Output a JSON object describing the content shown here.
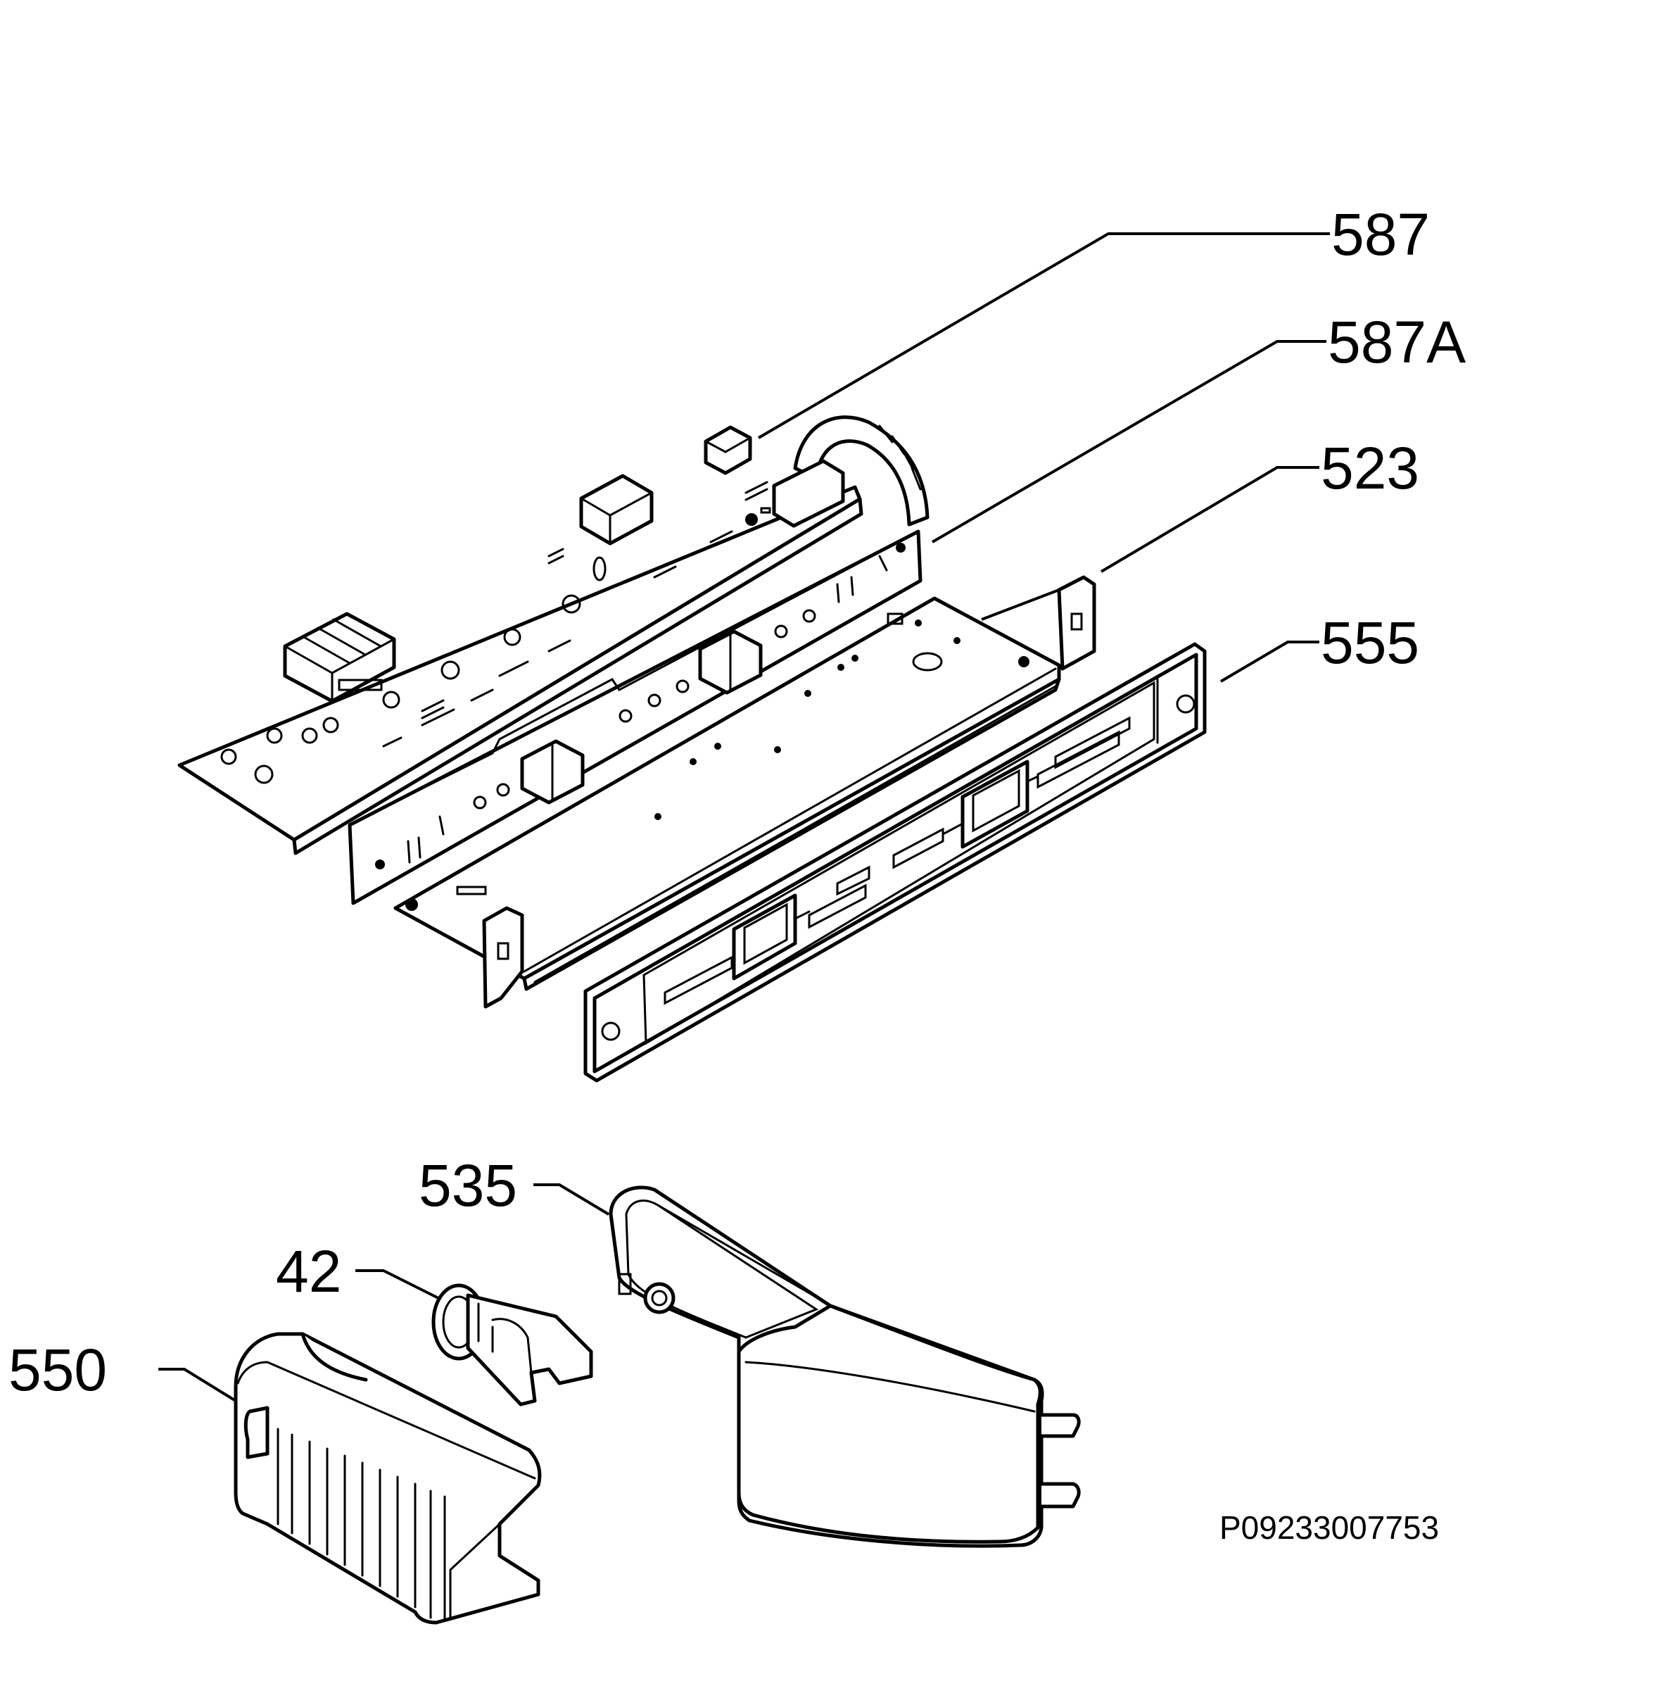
{
  "diagram": {
    "callouts": {
      "c587": "587",
      "c587a": "587A",
      "c523": "523",
      "c555": "555",
      "c535": "535",
      "c42": "42",
      "c550": "550"
    },
    "reference_code": "P09233007753"
  }
}
